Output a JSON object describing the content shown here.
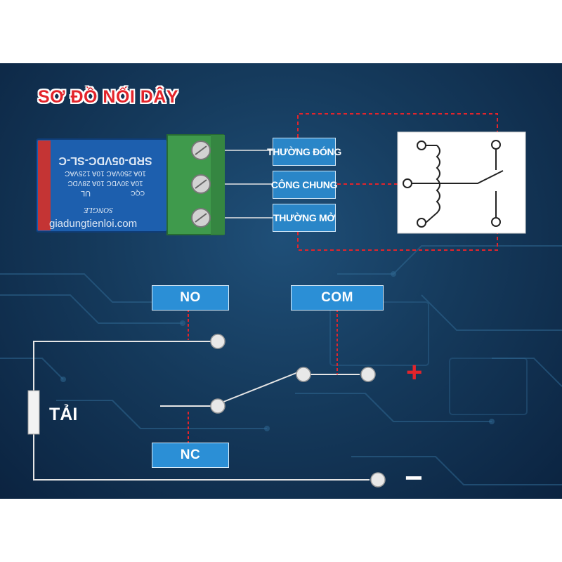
{
  "header": {
    "title": "SƠ ĐỒ NỐI DÂY"
  },
  "relay": {
    "model_text": "SRD-05VDC-SL-C",
    "ratings": [
      "10A 250VAC  10A 125VAC",
      "10A 30VDC  10A 28VDC"
    ],
    "brand_text": "SONGLE",
    "cert_marks": [
      "UL",
      "CQC"
    ],
    "watermark": "giadungtienloi.com"
  },
  "terminal_labels": [
    "THƯỜNG ĐÓNG",
    "CÔNG CHUNG",
    "THƯỜNG MỞ"
  ],
  "circuit": {
    "terminals": {
      "no": "NO",
      "com": "COM",
      "nc": "NC"
    },
    "load_label": "TẢI",
    "plus_sign": "+",
    "minus_sign": "−"
  },
  "colors": {
    "background": "#153a5c",
    "title": "#e3242b",
    "label_box": "#2a86c8",
    "terminal_box": "#2b8fd6",
    "wire_white": "#e6e6e6",
    "wire_red_dashed": "#e3242b",
    "plus": "#e3242b",
    "minus": "#ffffff"
  }
}
